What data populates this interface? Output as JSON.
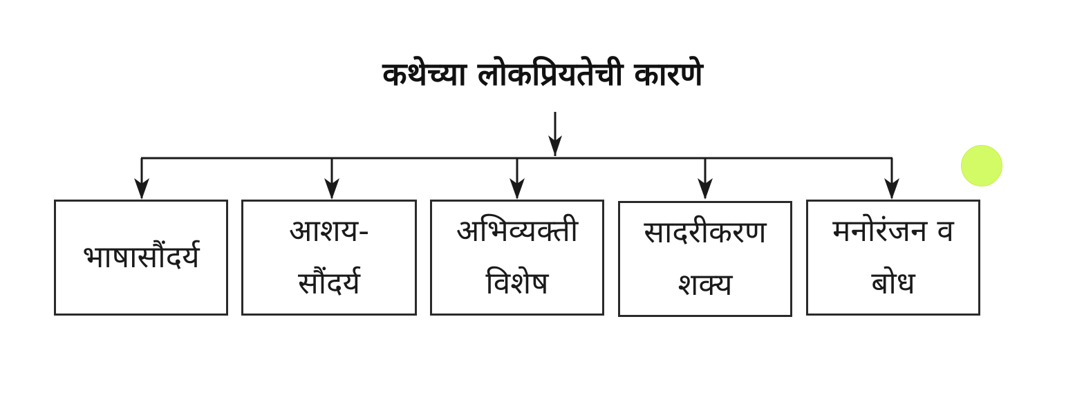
{
  "diagram": {
    "title": "कथेच्या लोकप्रियतेची कारणे",
    "boxes": [
      {
        "label": "भाषासौंदर्य"
      },
      {
        "label": "आशय-\nसौंदर्य"
      },
      {
        "label": "अभिव्यक्ती\nविशेष"
      },
      {
        "label": "सादरीकरण\nशक्य"
      },
      {
        "label": "मनोरंजन व\nबोध"
      }
    ],
    "marker": {
      "color": "#d3fb66"
    },
    "line_color": "#1a1a1a"
  }
}
